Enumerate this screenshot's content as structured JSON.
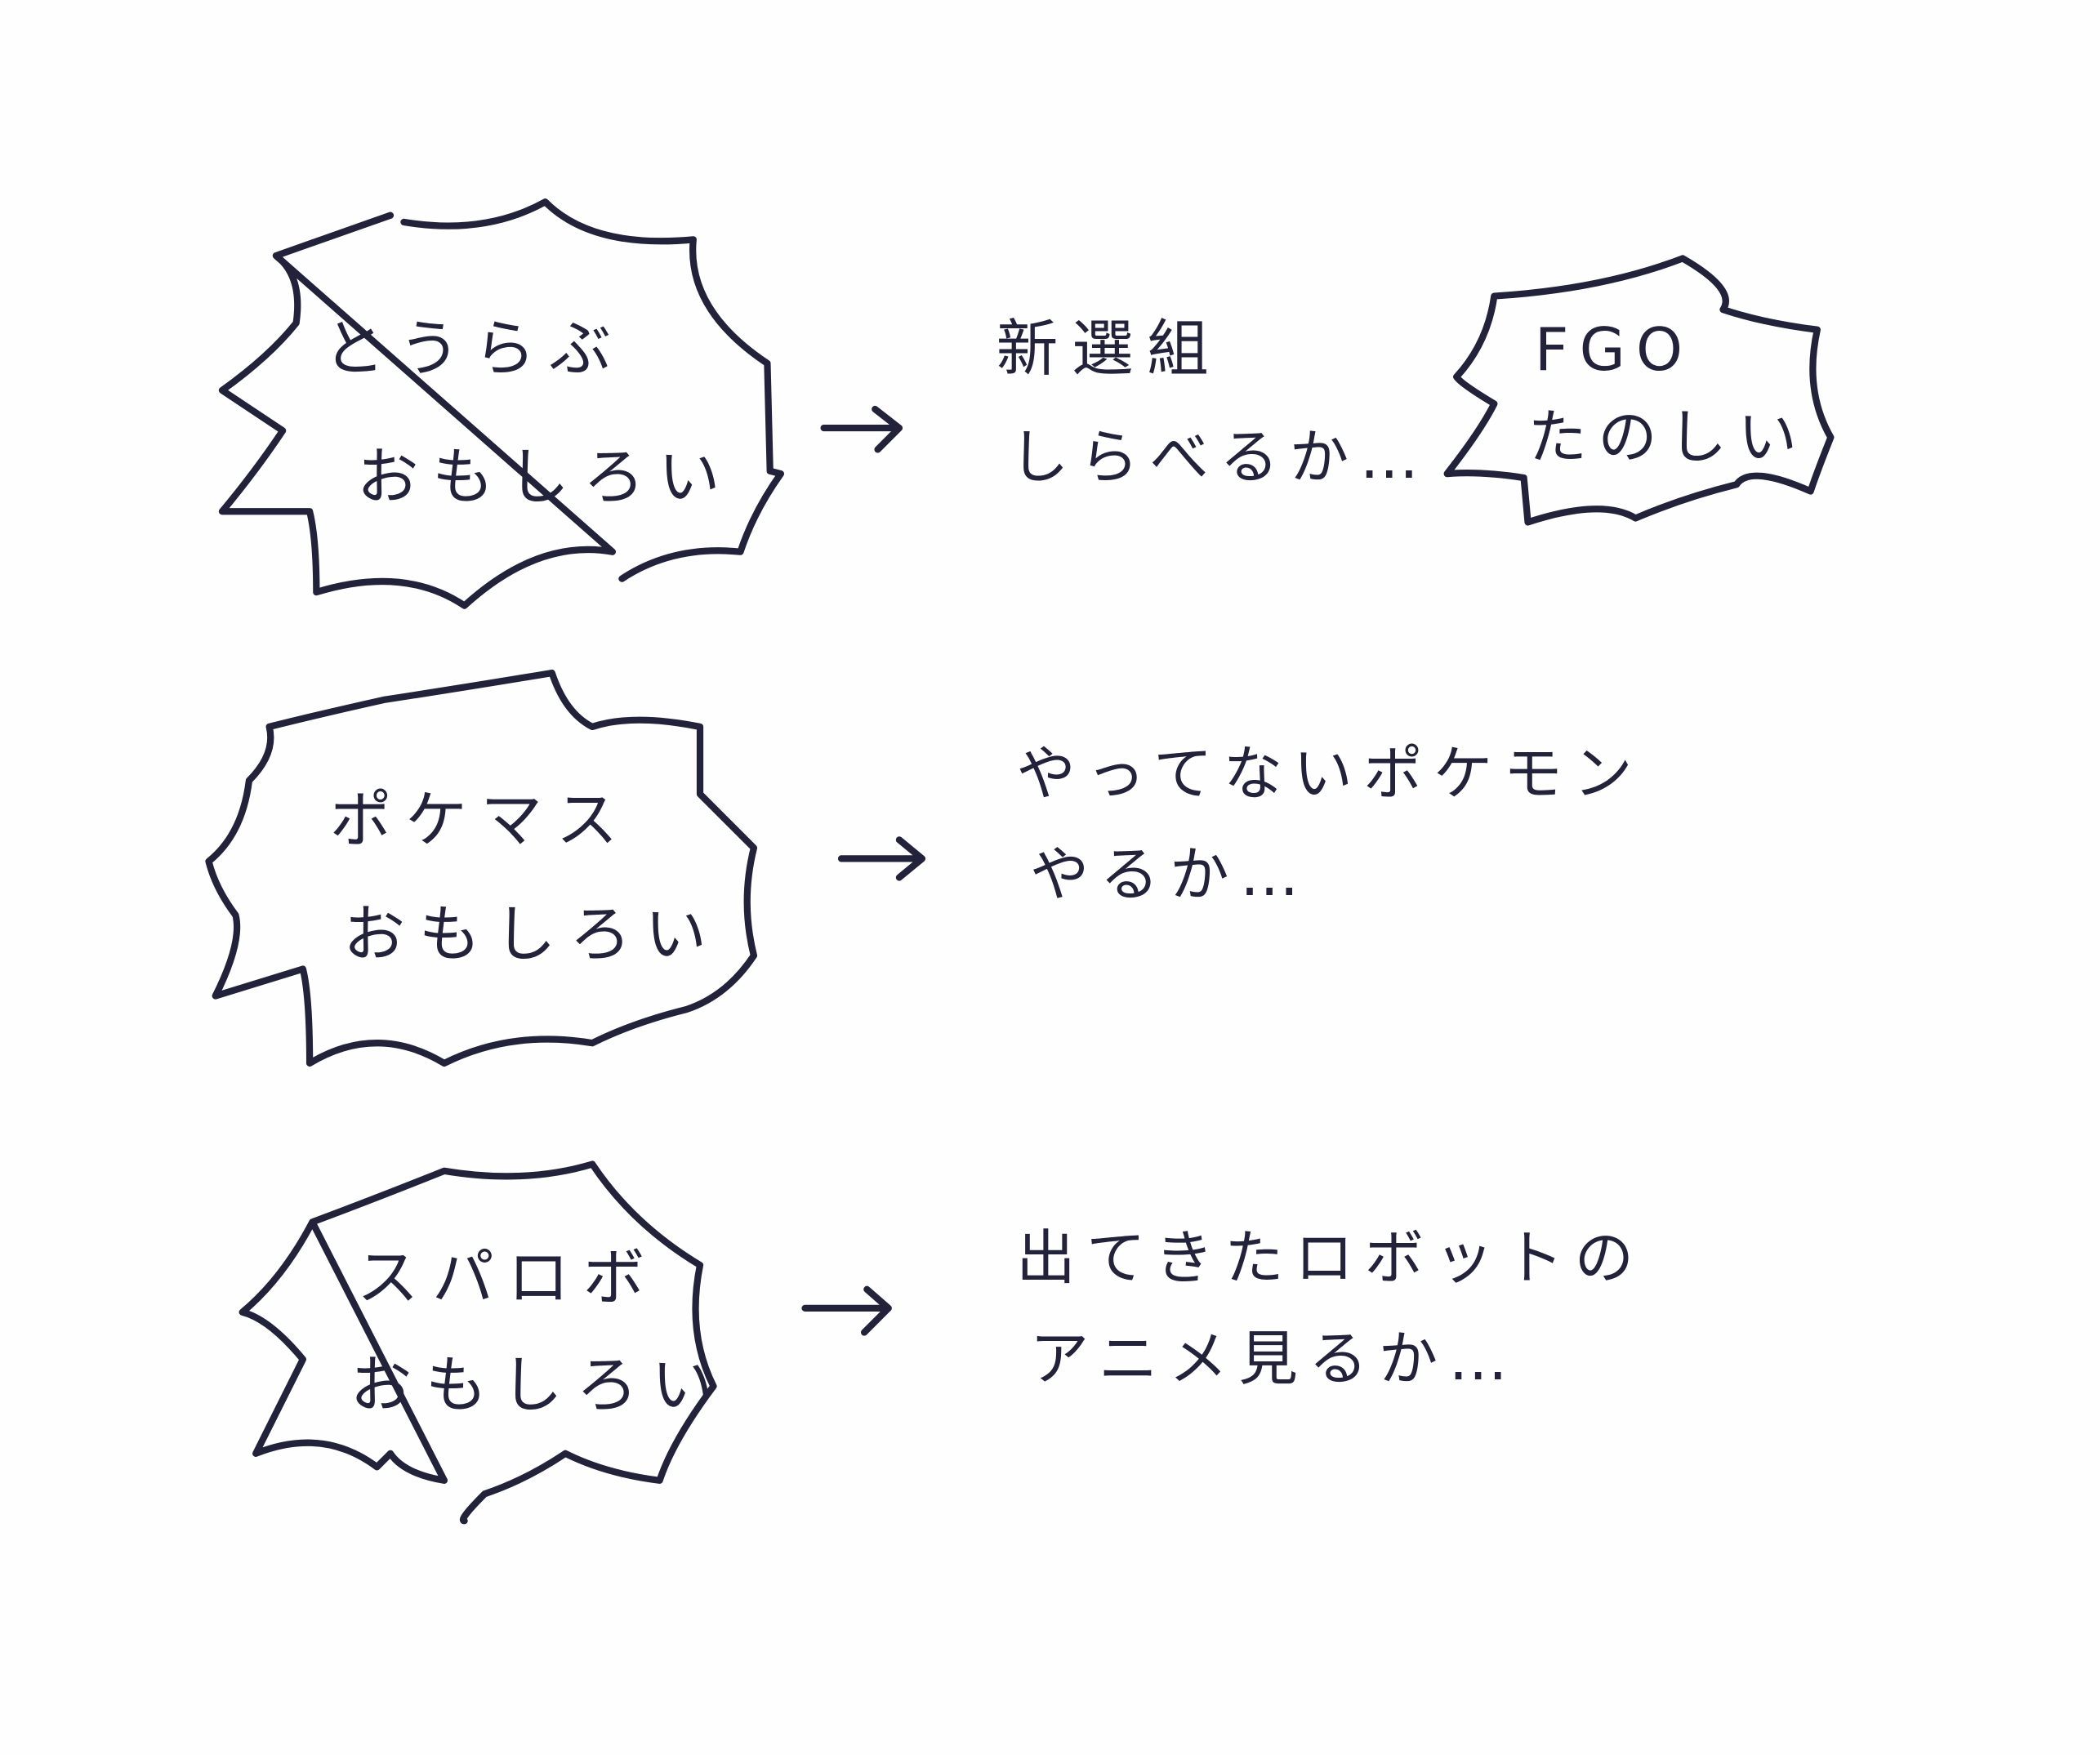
{
  "rows": [
    {
      "bubble": [
        "とうらぶ",
        "おもしろい"
      ],
      "result": [
        "新選組",
        "しらべるか…"
      ],
      "extra_bubble": [
        "FGO",
        "たのしい"
      ]
    },
    {
      "bubble": [
        "ポケマス",
        "おもしろい"
      ],
      "result": [
        "やってないポケモン",
        "やるか…"
      ]
    },
    {
      "bubble": [
        "スパロボ",
        "おもしろい"
      ],
      "result": [
        "出てきたロボットの",
        "アニメ見るか…"
      ]
    }
  ],
  "colors": {
    "ink": "#22233a",
    "paper": "#fefefe"
  }
}
